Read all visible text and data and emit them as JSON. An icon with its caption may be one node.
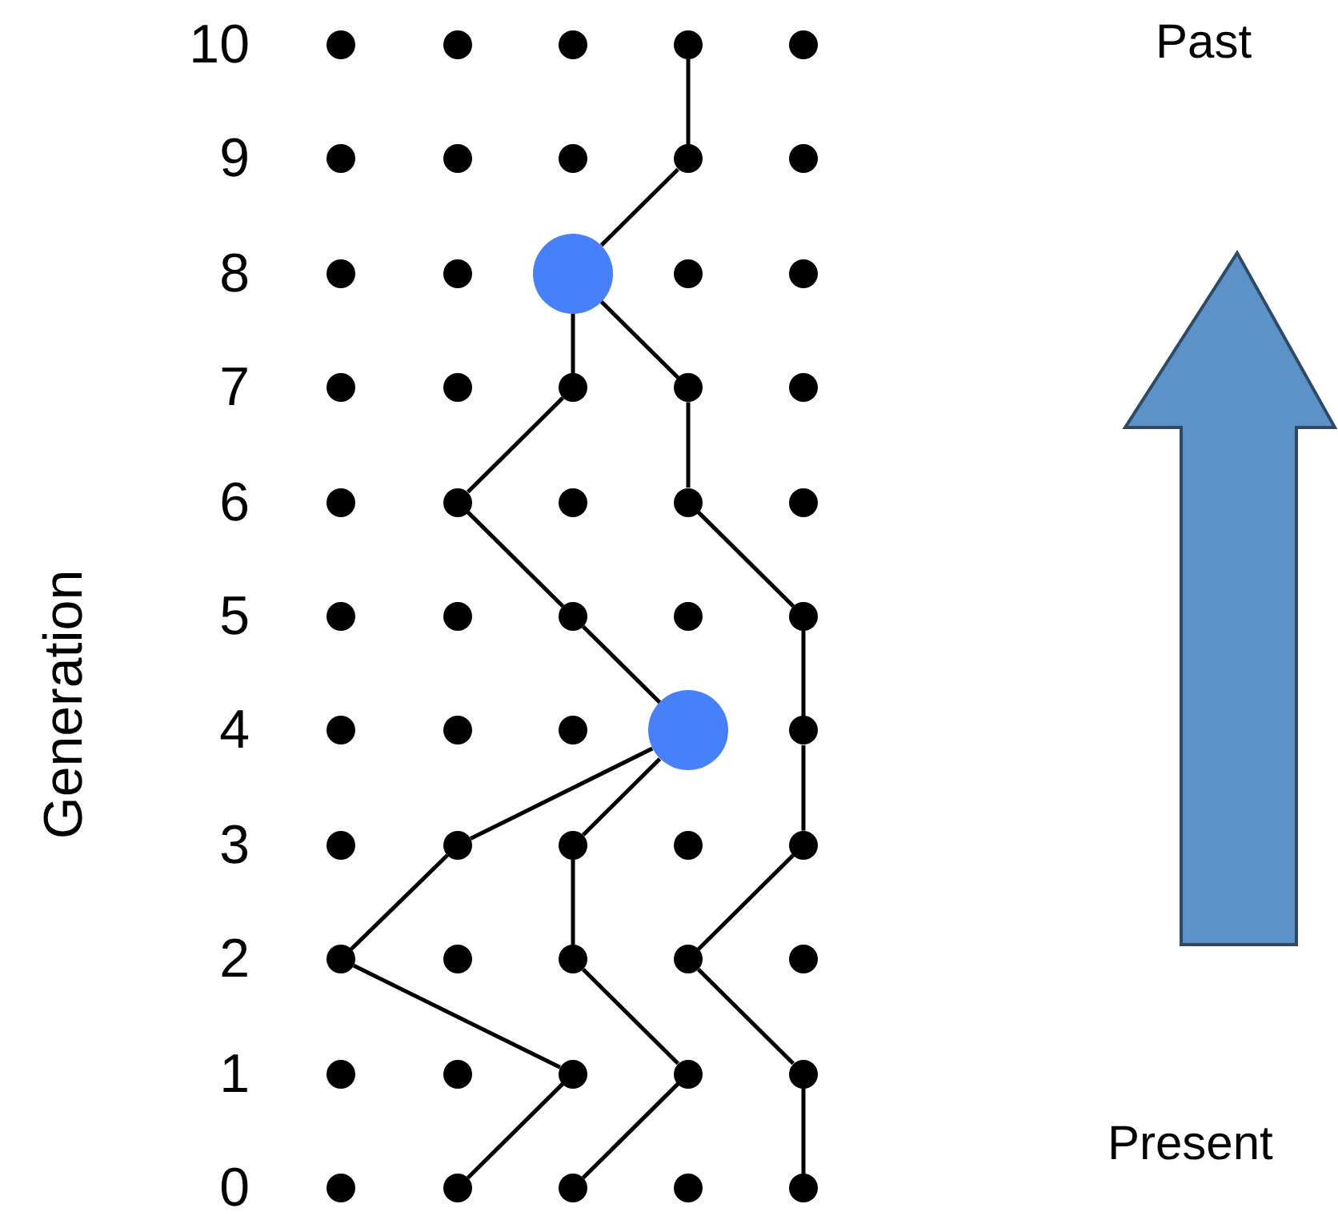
{
  "diagram": {
    "nodes": [
      {
        "text": [],
        "shape": "circle"
      },
      {
        "text": [],
        "shape": "circle"
      },
      {
        "text": [],
        "shape": "circle"
      },
      {
        "text": [],
        "shape": "circle"
      },
      {
        "text": [],
        "shape": "circle"
      },
      {
        "text": [],
        "shape": "circle"
      },
      {
        "text": [],
        "shape": "circle"
      },
      {
        "text": [],
        "shape": "circle"
      },
      {
        "text": [],
        "shape": "circle"
      },
      {
        "text": [],
        "shape": "circle"
      },
      {
        "text": [],
        "shape": "circle"
      },
      {
        "text": [],
        "shape": "circle"
      },
      {
        "text": [],
        "shape": "circle"
      },
      {
        "text": [],
        "shape": "circle"
      },
      {
        "text": [],
        "shape": "circle"
      },
      {
        "text": [],
        "shape": "circle"
      },
      {
        "text": [],
        "shape": "circle"
      },
      {
        "text": [],
        "shape": "circle"
      },
      {
        "text": [],
        "shape": "circle"
      },
      {
        "text": [],
        "shape": "circle"
      },
      {
        "text": [],
        "shape": "circle"
      },
      {
        "text": [],
        "shape": "circle"
      },
      {
        "text": [],
        "shape": "circle"
      },
      {
        "text": [],
        "shape": "circle"
      },
      {
        "text": [],
        "shape": "circle"
      },
      {
        "text": [],
        "shape": "circle"
      },
      {
        "text": [],
        "shape": "circle"
      },
      {
        "text": [],
        "shape": "circle"
      },
      {
        "text": [],
        "shape": "circle"
      },
      {
        "text": [],
        "shape": "circle"
      },
      {
        "text": [],
        "shape": "circle"
      },
      {
        "text": [],
        "shape": "circle"
      },
      {
        "text": [],
        "shape": "circle"
      },
      {
        "text": [],
        "shape": "circle"
      },
      {
        "text": [],
        "shape": "circle"
      },
      {
        "text": [],
        "shape": "circle"
      },
      {
        "text": [],
        "shape": "circle"
      },
      {
        "text": [],
        "shape": "circle"
      },
      {
        "text": [],
        "shape": "circle"
      },
      {
        "text": [],
        "shape": "circle"
      },
      {
        "text": [],
        "shape": "circle"
      },
      {
        "text": [],
        "shape": "circle"
      },
      {
        "text": [],
        "shape": "circle"
      },
      {
        "text": [],
        "shape": "circle"
      },
      {
        "text": [],
        "shape": "circle"
      },
      {
        "text": [],
        "shape": "circle"
      },
      {
        "text": [],
        "shape": "circle"
      },
      {
        "text": [],
        "shape": "circle"
      },
      {
        "text": [],
        "shape": "circle"
      },
      {
        "text": [],
        "shape": "circle"
      },
      {
        "text": [],
        "shape": "circle"
      },
      {
        "text": [],
        "shape": "circle"
      },
      {
        "text": [],
        "shape": "circle"
      },
      {
        "text": [],
        "shape": "circle"
      },
      {
        "text": [],
        "shape": "circle"
      }
    ],
    "edges": [
      {
        "from": 3,
        "to": 8,
        "arrow": "none"
      },
      {
        "from": 8,
        "to": 12,
        "arrow": "none"
      },
      {
        "from": 12,
        "to": 17,
        "arrow": "none"
      },
      {
        "from": 12,
        "to": 18,
        "arrow": "none"
      },
      {
        "from": 17,
        "to": 21,
        "arrow": "none"
      },
      {
        "from": 18,
        "to": 23,
        "arrow": "none"
      },
      {
        "from": 21,
        "to": 27,
        "arrow": "none"
      },
      {
        "from": 23,
        "to": 29,
        "arrow": "none"
      },
      {
        "from": 27,
        "to": 33,
        "arrow": "none"
      },
      {
        "from": 29,
        "to": 34,
        "arrow": "none"
      },
      {
        "from": 33,
        "to": 36,
        "arrow": "none"
      },
      {
        "from": 33,
        "to": 37,
        "arrow": "none"
      },
      {
        "from": 34,
        "to": 39,
        "arrow": "none"
      },
      {
        "from": 36,
        "to": 40,
        "arrow": "none"
      },
      {
        "from": 37,
        "to": 42,
        "arrow": "none"
      },
      {
        "from": 39,
        "to": 43,
        "arrow": "none"
      },
      {
        "from": 40,
        "to": 47,
        "arrow": "none"
      },
      {
        "from": 42,
        "to": 48,
        "arrow": "none"
      },
      {
        "from": 43,
        "to": 49,
        "arrow": "none"
      },
      {
        "from": 47,
        "to": 51,
        "arrow": "none"
      },
      {
        "from": 48,
        "to": 52,
        "arrow": "none"
      },
      {
        "from": 49,
        "to": 54,
        "arrow": "none"
      }
    ],
    "labels": [
      "10",
      "9",
      "8",
      "7",
      "6",
      "5",
      "4",
      "3",
      "2",
      "1",
      "0",
      "Generation",
      "Past",
      "Present"
    ]
  }
}
